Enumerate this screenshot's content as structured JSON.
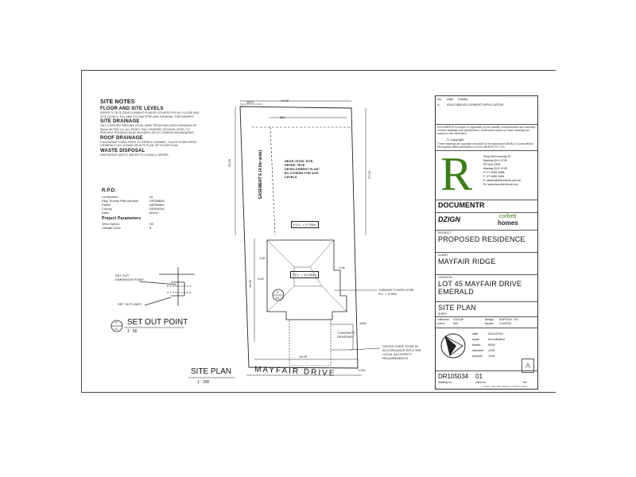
{
  "site_notes": {
    "title": "SITE NOTES",
    "sections": [
      {
        "heading": "FLOOR AND SITE LEVELS",
        "text": "REFER TO SITE DEVELOPMENT PLAN BY OTHERS FOR ALL FLOOR AND SITE LEVELS. FILL AND CUT BATTERS AND GENERAL TOPOGRAPHY."
      },
      {
        "heading": "SITE DRAINAGE",
        "text": "FALL FINISHED GROUND LEVEL AWAY FROM BUILDING A MINIMUM OF 50mm WITHIN 1m. ALL SIDES. FALL FINISHED GROUND LEVEL TO PREVENT PONDING NEAR BUILDING OR AT COMMON BOUNDARIES."
      },
      {
        "heading": "ROOF DRAINAGE",
        "text": "DISCHARGE DOWN PIPES TO KERB & CHANNEL. PLACE DOWN PIPES GENERALLY AS SHOWN ON SITE PLAN OR FLOOR PLAN."
      },
      {
        "heading": "WASTE DISPOSAL",
        "text": "DISCHARGE WASTE WATER TO COUNCIL SEWER."
      }
    ],
    "rpd": {
      "title": "R.P.D.",
      "rows": [
        {
          "k": "Lot Number",
          "v": "45"
        },
        {
          "k": "Reg. Survey Plan Number",
          "v": "SP228645"
        },
        {
          "k": "Parish",
          "v": "WESWAH"
        },
        {
          "k": "County",
          "v": "DENISON"
        },
        {
          "k": "Area",
          "v": "800m²"
        }
      ]
    },
    "params": {
      "title": "Project Parameters",
      "rows": [
        {
          "k": "Wind Speed",
          "v": "N3"
        },
        {
          "k": "Climate Zone",
          "v": "3"
        }
      ]
    }
  },
  "setout": {
    "dimension_point": "SET OUT\nDIMENSION POINT",
    "set_out_lines": "SET OUT LINES",
    "tag_p": "P",
    "tag_num": "01",
    "title": "SET OUT POINT",
    "scale": "1 : 50"
  },
  "plan": {
    "title": "SITE PLAN",
    "scale": "1 : 200",
    "road": "MAYFAIR DRIVE",
    "easement": "EASEMENT E (4.0m wide)",
    "near_level_note": "NEAR LEVEL SITE, REFER \"SITE DEVELOPMENT PLAN\" BY OTHERS FOR SITE LEVELS",
    "fgl": "F.G.L. = 9.700m",
    "ffl": "F.F.L. = 10.000m",
    "garage_floor": "GARAGE FLOOR LEVEL R.L. = 9.95m",
    "crossover": "CROSS OVER TO BE IN ACCORDANCE WITH THE LOCAL AUTHORITY REQUIREMENTS",
    "concrete": "CONCRETE DRIVEWAY",
    "dims": {
      "top_total": "14.30",
      "top_left": "4870",
      "top_small": "550",
      "left_side": "25.00",
      "right_side": "27.00",
      "left_lower": "14.09",
      "bottom": "14.95",
      "right_lower": "4550",
      "side_a": "1.82",
      "side_b": "4.62",
      "side_c": "1.00",
      "bottom_right": "1.001"
    },
    "setout_tag_p": "P",
    "setout_tag_num": "01"
  },
  "title_block": {
    "rev_head": [
      "No.",
      "Date",
      "Details"
    ],
    "rev_row": [
      "A",
      "03/11/10",
      "DEVELOPMENT APPLICATION"
    ],
    "copyright_note": "DOCUMENTR is subject to registration by the Liability, comprehensive and accuracy of these drawings and specifications. Dimensions shown on these drawings are subject to site verification.",
    "copyright_note2": "These drawings are copyright and shall not be reproduced wholly or in part without the express written permission of DOCUMENTR PTY LTD.",
    "copyright_label": "© Copyright",
    "logo_letter": "R",
    "contact_lines": [
      "Shop 5/8 Kennedy St",
      "Mackay QLD 4740",
      "PO Box 2283",
      "Mackay QLD 4740",
      "P: 07 4955 1088",
      "F: 07 4955 1089",
      "E: admin@documentr.com.au",
      "W: www.documentr.com.au"
    ],
    "brand_documentr": "DOCUMENTR",
    "brand_dzign": "DZIGN",
    "brand_corbett": "corbett",
    "brand_homes": "homes",
    "project_label": "PROJECT",
    "project": "PROPOSED RESIDENCE",
    "client_label": "CLIENT",
    "client": "MAYFAIR RIDGE",
    "location_label": "LOCATION",
    "location_1": "LOT 45 MAYFAIR DRIVE",
    "location_2": "EMERALD",
    "sheet_title": "SITE PLAN",
    "sheet_label": "SHEET",
    "meta": [
      {
        "k": "collection",
        "v": "VOGUE"
      },
      {
        "k": "design",
        "v": "SUFFOLK 170"
      },
      {
        "k": "orient.",
        "v": "N/A"
      },
      {
        "k": "facade",
        "v": "CLASSIC"
      }
    ],
    "details": [
      {
        "k": "date",
        "v": "03/11/2010"
      },
      {
        "k": "scale",
        "v": "As indicated"
      },
      {
        "k": "drawn",
        "v": "MJW"
      },
      {
        "k": "checked",
        "v": "JCW"
      },
      {
        "k": "number",
        "v": "JCW"
      }
    ],
    "drawing_no": "DR105034",
    "sheet_no": "01",
    "rev_box": "A",
    "drawing_no_label": "drawing no.",
    "sheet_no_label": "sheet no.",
    "rev_label": "rev",
    "footer": "Drawn: Sheridan Windsor Architects 2011"
  },
  "colors": {
    "accent_green": "#3e7d1c",
    "line": "#222222"
  }
}
